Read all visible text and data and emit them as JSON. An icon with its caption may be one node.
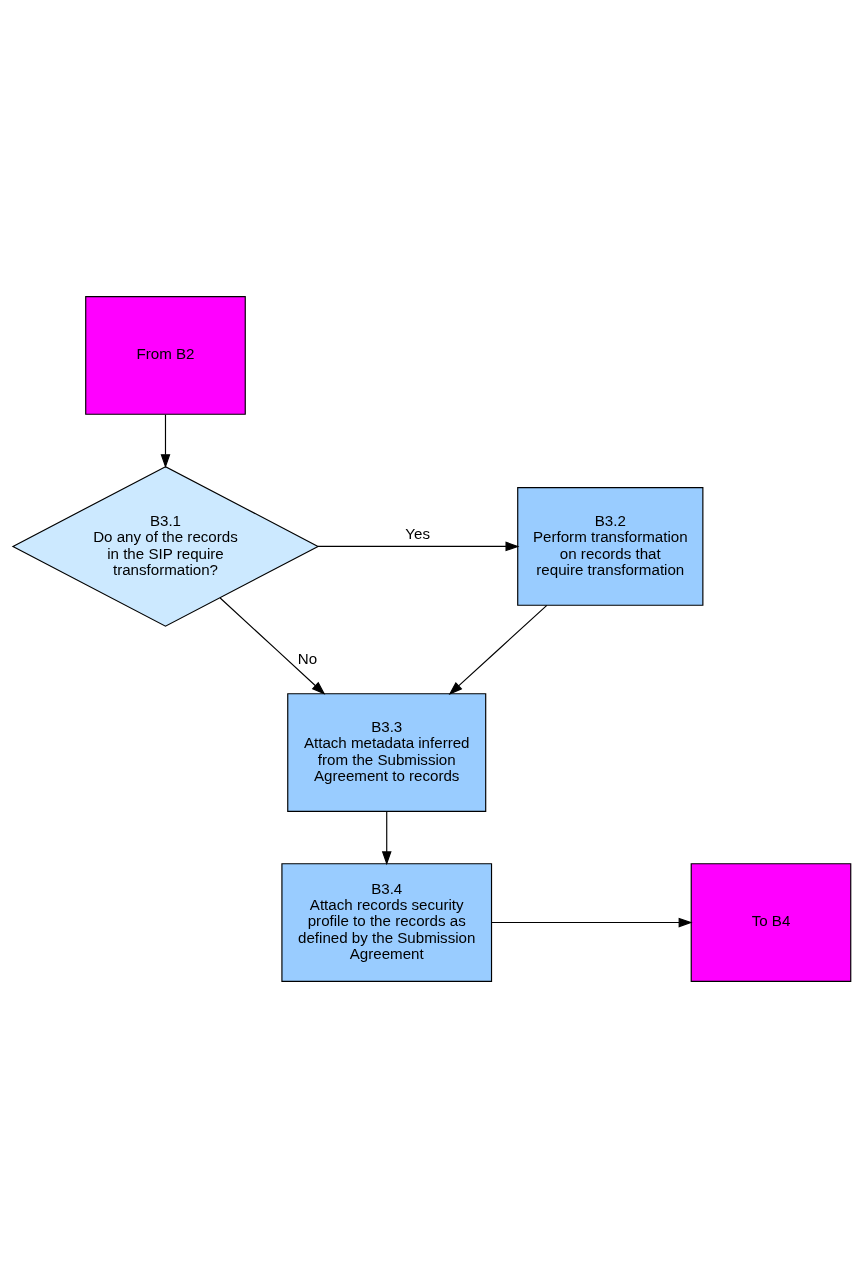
{
  "diagram": {
    "nodes": [
      {
        "text": [
          "From B2"
        ]
      },
      {
        "text": [
          "B3.1",
          "Do any of the records in the SIP require transformation?"
        ]
      },
      {
        "text": [
          "B3.2",
          "Perform transformation on records that require transformation"
        ]
      },
      {
        "text": [
          "B3.3",
          "Attach metadata inferred from the Submission Agreement to records"
        ]
      },
      {
        "text": [
          "B3.4",
          "Attach records security profile to the records as defined by the Submission Agreement"
        ]
      },
      {
        "text": [
          "To B4"
        ]
      }
    ],
    "edges": [
      {
        "from": 0,
        "to": 1,
        "arrow": "to"
      },
      {
        "from": 1,
        "to": 2,
        "label": "Yes",
        "arrow": "to"
      },
      {
        "from": 1,
        "to": 3,
        "label": "No",
        "arrow": "to"
      },
      {
        "from": 2,
        "to": 3,
        "arrow": "to"
      },
      {
        "from": 3,
        "to": 4,
        "arrow": "to"
      },
      {
        "from": 4,
        "to": 5,
        "arrow": "to"
      }
    ]
  }
}
